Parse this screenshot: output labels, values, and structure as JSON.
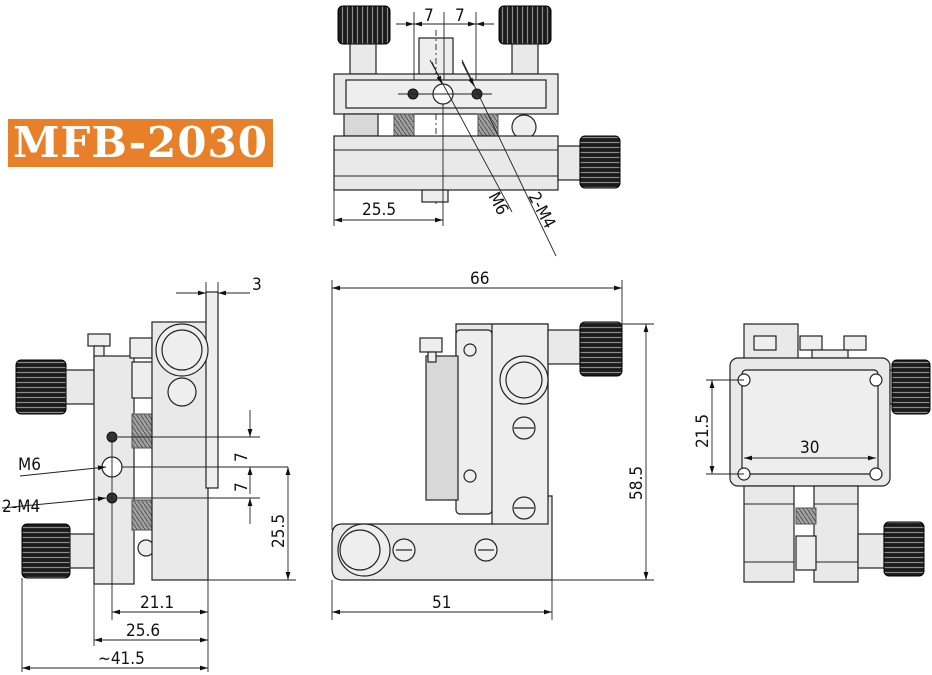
{
  "title": "MFB-2030",
  "colors": {
    "badge": "#e8802a",
    "badge_text": "#ffffff",
    "line": "#222222"
  },
  "dimensions": {
    "top_gap_left": "7",
    "top_gap_right": "7",
    "top_width": "25.5",
    "top_m6": "M6",
    "top_m4": "2-M4",
    "side_plate": "3",
    "side_m6": "M6",
    "side_m4": "2-M4",
    "side_gap_upper": "7",
    "side_gap_lower": "7",
    "side_height": "25.5",
    "side_w1": "21.1",
    "side_w2": "25.6",
    "side_w3": "~41.5",
    "front_width": "66",
    "front_height": "58.5",
    "front_base": "51",
    "back_height": "21.5",
    "back_width": "30"
  }
}
